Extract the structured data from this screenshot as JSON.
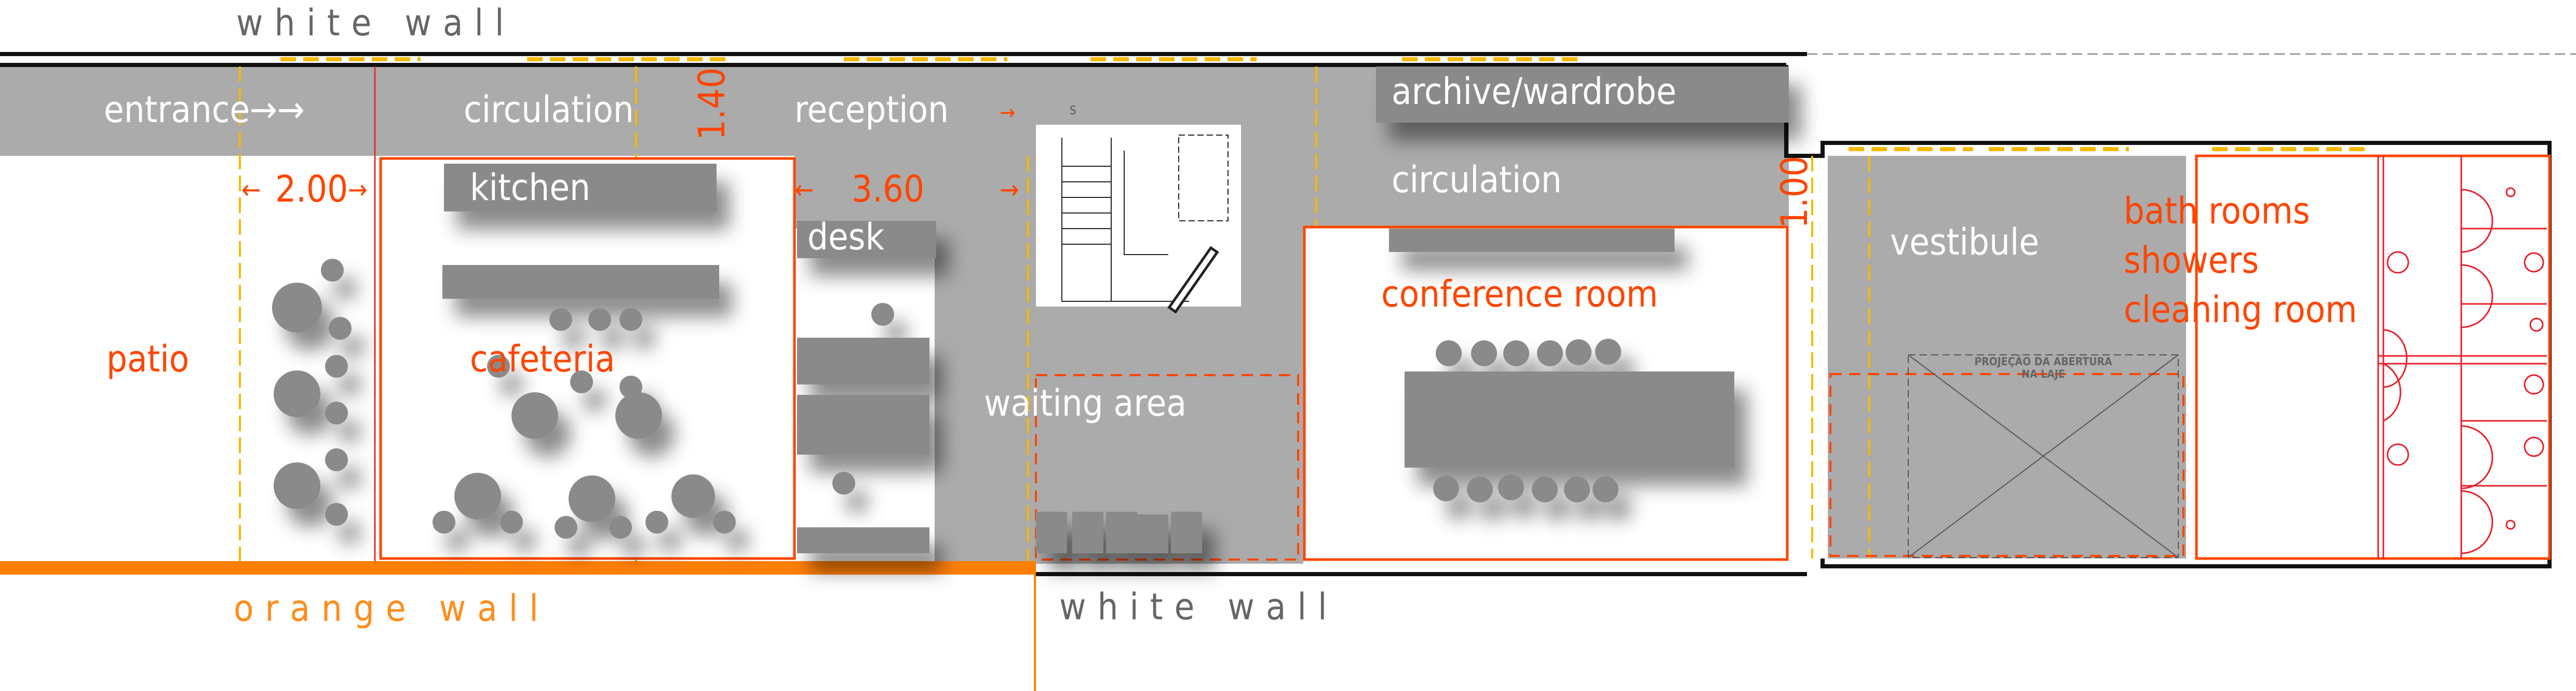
{
  "wall_labels": {
    "top": "white wall",
    "bottom_left": "orange wall",
    "bottom_right": "white wall"
  },
  "rooms": {
    "entrance": "entrance→→",
    "circulation_top": "circulation",
    "reception": "reception",
    "archive": "archive/wardrobe",
    "circulation_mid": "circulation",
    "kitchen": "kitchen",
    "desk": "desk",
    "patio": "patio",
    "cafeteria": "cafeteria",
    "waiting": "waiting area",
    "conference": "conference room",
    "vestibule": "vestibule",
    "bath1": "bath rooms",
    "bath2": "showers",
    "bath3": "cleaning room"
  },
  "dimensions": {
    "d140": "1.40",
    "d200": "2.00",
    "d360": "3.60",
    "d100": "1.00"
  },
  "annotations": {
    "projection1": "PROJEÇÃO DA ABERTURA",
    "projection2": "NA LAJE",
    "stair_mark": "S"
  },
  "colors": {
    "accent_red": "#ff4500",
    "orange_wall": "#ff7f00",
    "floor_grey": "#ababab",
    "furniture": "#8a8a8a",
    "guide_yellow": "#f5b800"
  }
}
